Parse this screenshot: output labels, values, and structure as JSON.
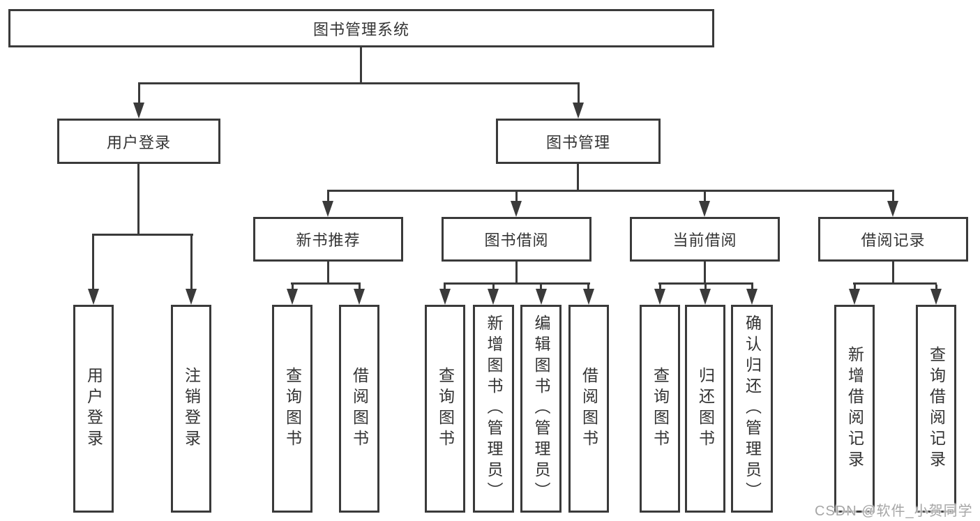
{
  "tree": {
    "label": "图书管理系统",
    "children": [
      {
        "label": "用户登录",
        "children": [
          {
            "label": "用户登录"
          },
          {
            "label": "注销登录"
          }
        ]
      },
      {
        "label": "图书管理",
        "children": [
          {
            "label": "新书推荐",
            "children": [
              {
                "label": "查询图书"
              },
              {
                "label": "借阅图书"
              }
            ]
          },
          {
            "label": "图书借阅",
            "children": [
              {
                "label": "查询图书"
              },
              {
                "label": "新增图书（管理员）"
              },
              {
                "label": "编辑图书（管理员）"
              },
              {
                "label": "借阅图书"
              }
            ]
          },
          {
            "label": "当前借阅",
            "children": [
              {
                "label": "查询图书"
              },
              {
                "label": "归还图书"
              },
              {
                "label": "确认归还（管理员）"
              }
            ]
          },
          {
            "label": "借阅记录",
            "children": [
              {
                "label": "新增借阅记录"
              },
              {
                "label": "查询借阅记录"
              }
            ]
          }
        ]
      }
    ]
  },
  "watermark": {
    "text": "CSDN @软件_小贺同学"
  },
  "colors": {
    "line": "#3a3a3a",
    "text": "#333333",
    "watermark": "#a6a6a6",
    "background": "#ffffff"
  }
}
